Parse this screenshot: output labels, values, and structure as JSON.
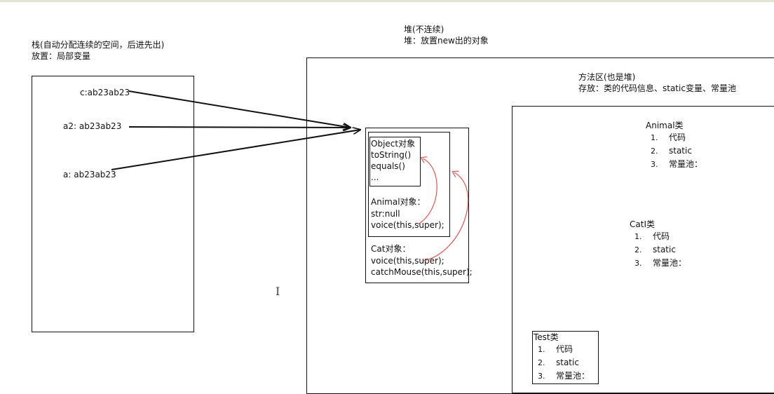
{
  "stack": {
    "title_line1": "栈(自动分配连续的空间，后进先出)",
    "title_line2": "放置：局部变量",
    "vars": [
      "c:ab23ab23",
      "a2: ab23ab23",
      "a: ab23ab23"
    ]
  },
  "heap": {
    "title_line1": "堆(不连续)",
    "title_line2": "堆：放置new出的对象",
    "object": {
      "title": "Object对象",
      "lines": [
        "toString()",
        "equals()",
        "..."
      ]
    },
    "animal": {
      "title": "Animal对象：",
      "lines": [
        "str:null",
        "voice(this,super);"
      ]
    },
    "cat": {
      "title": "Cat对象：",
      "lines": [
        "voice(this,super);",
        "catchMouse(this,super);"
      ]
    }
  },
  "method_area": {
    "title_line1": "方法区(也是堆)",
    "title_line2": "存放：类的代码信息、static变量、常量池",
    "classes": [
      {
        "name": "Animal类",
        "items": [
          {
            "num": "1.",
            "text": "代码"
          },
          {
            "num": "2.",
            "text": "static"
          },
          {
            "num": "3.",
            "text": "常量池："
          }
        ]
      },
      {
        "name": "CatI类",
        "items": [
          {
            "num": "1.",
            "text": "代码"
          },
          {
            "num": "2.",
            "text": "static"
          },
          {
            "num": "3.",
            "text": "常量池："
          }
        ]
      },
      {
        "name": "Test类",
        "items": [
          {
            "num": "1.",
            "text": "代码"
          },
          {
            "num": "2.",
            "text": "static"
          },
          {
            "num": "3.",
            "text": "常量池："
          }
        ]
      }
    ]
  },
  "colors": {
    "line": "#111111",
    "red_arrow": "#e05555"
  }
}
